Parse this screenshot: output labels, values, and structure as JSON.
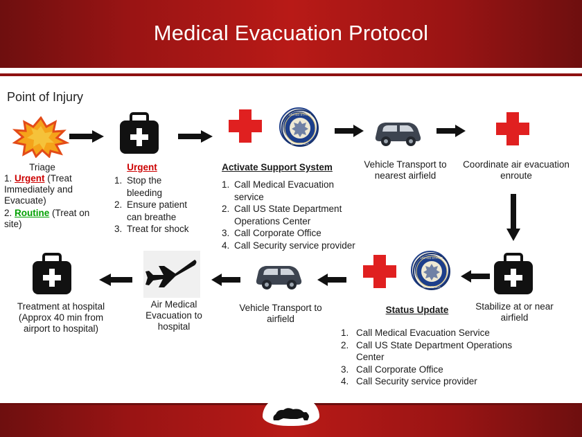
{
  "header": {
    "title": "Medical Evacuation Protocol"
  },
  "canvas": {
    "section_label": "Point of Injury"
  },
  "diagram": {
    "type": "flowchart",
    "row1": [
      {
        "id": "triage",
        "icon": "explosion-star-icon",
        "caption": "Triage",
        "list_label_1": "1.",
        "list_key_1": "Urgent",
        "list_rest_1": " (Treat Immediately and Evacuate)",
        "list_label_2": "2.",
        "list_key_2": "Routine",
        "list_rest_2": " (Treat on site)"
      },
      {
        "id": "urgent",
        "icon": "medical-kit-icon",
        "caption": "Urgent",
        "items": [
          "Stop the bleeding",
          "Ensure patient can breathe",
          "Treat for shock"
        ]
      },
      {
        "id": "activate-support",
        "icon": "red-cross-icon",
        "icon2": "us-state-department-seal-icon",
        "caption": "Activate Support System",
        "items": [
          "Call Medical Evacuation service",
          "Call US State Department Operations Center",
          "Call Corporate Office",
          "Call Security service provider"
        ]
      },
      {
        "id": "vehicle-transport-airfield",
        "icon": "car-icon",
        "caption": "Vehicle Transport to nearest airfield"
      },
      {
        "id": "coordinate-air-evac",
        "icon": "red-cross-icon",
        "caption": "Coordinate air evacuation enroute"
      }
    ],
    "row2": [
      {
        "id": "treatment-at-hospital",
        "icon": "medical-kit-icon",
        "caption": "Treatment at hospital (Approx 40 min from airport to hospital)"
      },
      {
        "id": "air-medical-evacuation",
        "icon": "airplane-icon",
        "caption": "Air Medical Evacuation to hospital"
      },
      {
        "id": "vehicle-transport-to-airfield",
        "icon": "car-icon",
        "caption": "Vehicle Transport to airfield"
      },
      {
        "id": "status-update",
        "icon": "red-cross-icon",
        "icon2": "us-state-department-seal-icon",
        "caption": "Status Update",
        "items": [
          "Call Medical Evacuation Service",
          "Call US State Department Operations Center",
          "Call Corporate Office",
          "Call Security service provider"
        ]
      },
      {
        "id": "stabilize-at-airfield",
        "icon": "medical-kit-icon",
        "caption": "Stabilize at or near airfield"
      }
    ],
    "numbers": [
      "1.",
      "2.",
      "3.",
      "4."
    ],
    "seal_text": "UNITED STATES OF AMERICA"
  },
  "colors": {
    "header_red": "#b81a17",
    "cross_red": "#e02020",
    "urgent_red": "#cc0000",
    "routine_green": "#00a000",
    "seal_blue": "#1d3f8b"
  }
}
